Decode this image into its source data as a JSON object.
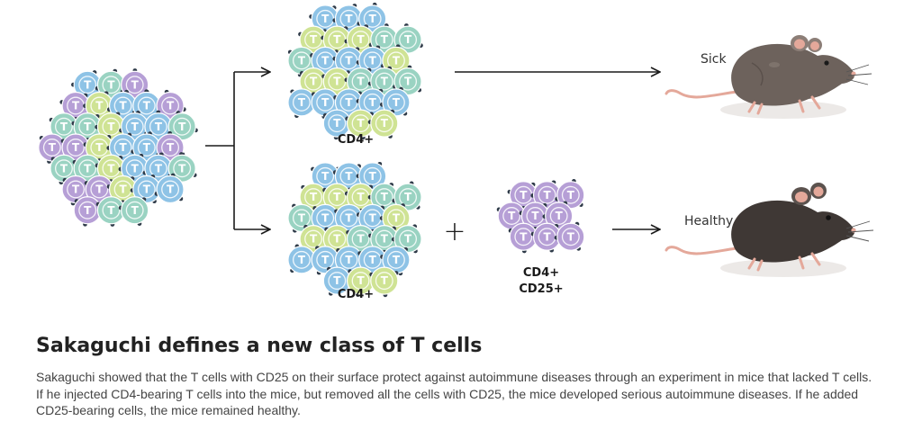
{
  "diagram": {
    "group_top_label": "CD4+",
    "group_bottom_label": "CD4+",
    "group_treg_label_line1": "CD4+",
    "group_treg_label_line2": "CD25+",
    "cell_letter": "T",
    "plus_sign": "+",
    "outcome_top": "Sick",
    "outcome_bottom": "Healthy"
  },
  "colors": {
    "blue": "#8ec3e6",
    "green": "#cfe394",
    "teal": "#9ad3c2",
    "purple": "#b69fd6",
    "receptor": "#2e3a48",
    "arrow": "#1a1a1a",
    "mouse_sick": "#6d625c",
    "mouse_healthy": "#3f3835",
    "mouse_pink": "#e4a89a"
  },
  "text": {
    "title": "Sakaguchi defines a new class of T cells",
    "body": "Sakaguchi showed that the T cells with CD25 on their surface protect against autoimmune diseases through an experiment in mice that lacked T cells. If he injected CD4-bearing T cells into the mice, but removed all the cells with CD25, the mice developed serious autoimmune diseases. If he added CD25-bearing cells, the mice remained healthy."
  }
}
